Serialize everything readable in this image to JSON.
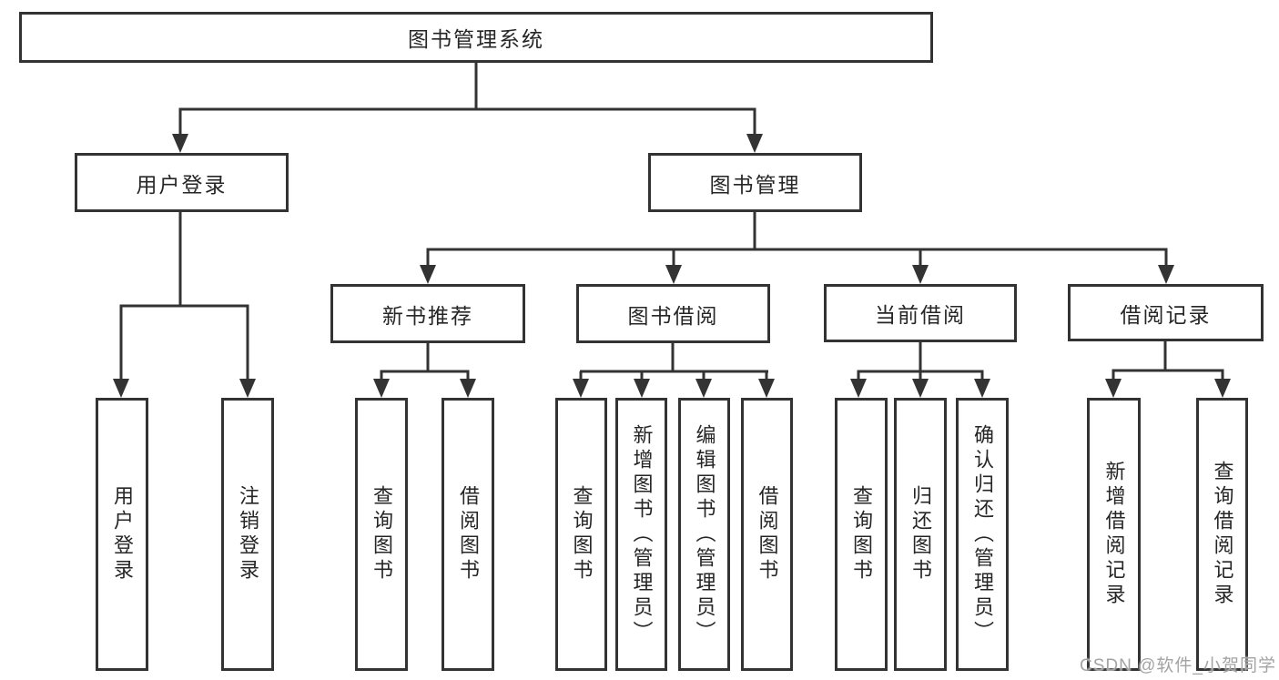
{
  "diagram": {
    "type": "hierarchy-tree",
    "orientation": "top-down"
  },
  "nodes": {
    "root": "图书管理系统",
    "user_login": "用户登录",
    "book_mgmt": "图书管理",
    "new_book_rec": "新书推荐",
    "book_borrow": "图书借阅",
    "current_borrow": "当前借阅",
    "borrow_record": "借阅记录",
    "user_login_children": [
      "用户登录",
      "注销登录"
    ],
    "new_book_rec_children": [
      "查询图书",
      "借阅图书"
    ],
    "book_borrow_children": [
      "查询图书",
      "新增图书（管理员）",
      "编辑图书（管理员）",
      "借阅图书"
    ],
    "current_borrow_children": [
      "查询图书",
      "归还图书",
      "确认归还（管理员）"
    ],
    "borrow_record_children": [
      "新增借阅记录",
      "查询借阅记录"
    ]
  },
  "watermark": "CSDN @软件_小贺同学",
  "colors": {
    "line": "#333333",
    "box_border": "#333333",
    "box_background": "#ffffff",
    "text": "#262626",
    "watermark": "#a3a3a3"
  }
}
